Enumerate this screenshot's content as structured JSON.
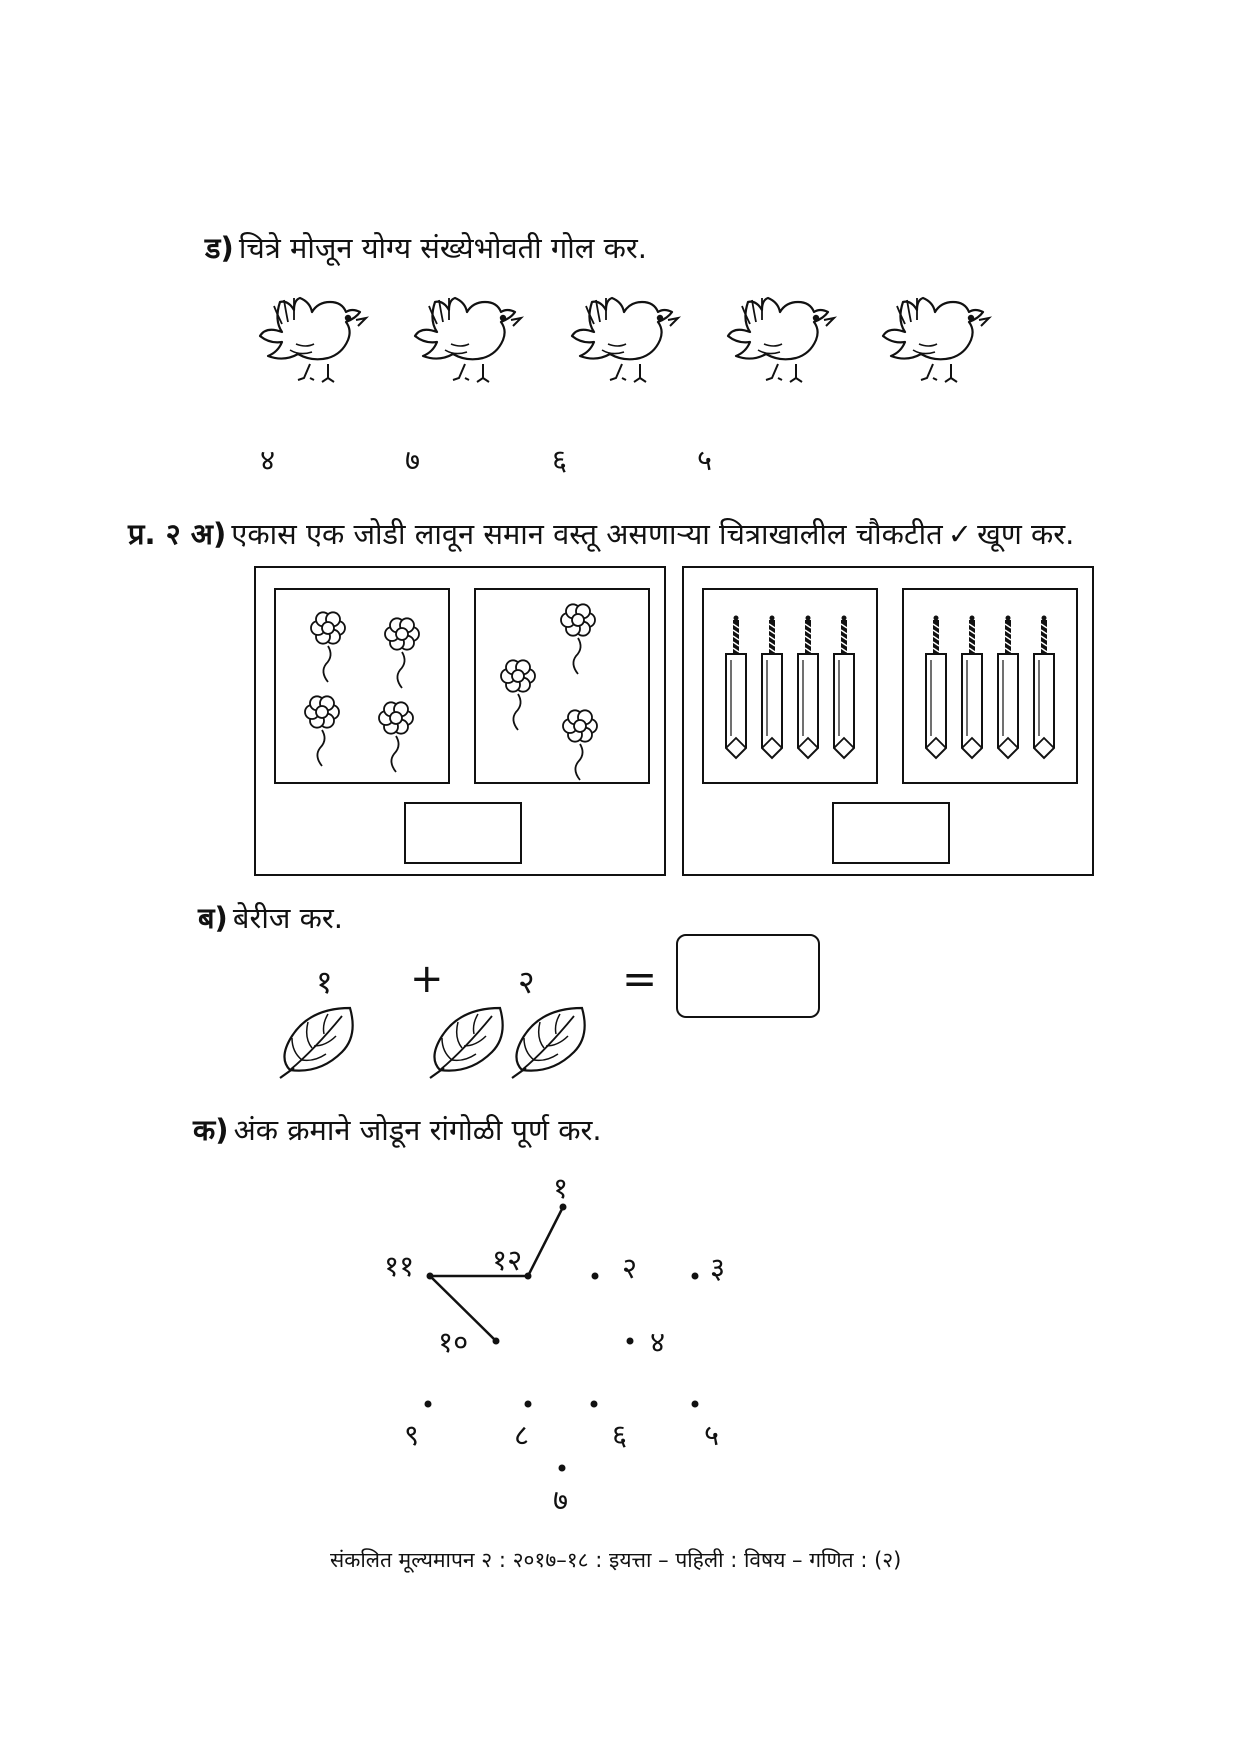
{
  "section_d": {
    "label": "ड)",
    "text": "चित्रे मोजून योग्य संख्येभोवती गोल कर.",
    "options": [
      "४",
      "७",
      "६",
      "५"
    ]
  },
  "q2a": {
    "label": "प्र. २ अ)",
    "text": "एकास एक जोडी लावून समान वस्तू असणाऱ्या चित्राखालील चौकटीत",
    "tick": "✓",
    "text_end": "खूण कर."
  },
  "section_b": {
    "label": "ब)",
    "text": "बेरीज कर.",
    "left_number": "१",
    "operator": "+",
    "right_number": "२",
    "equals": "="
  },
  "section_k": {
    "label": "क)",
    "text": "अंक क्रमाने जोडून रांगोळी पूर्ण कर.",
    "dot_labels": [
      "१",
      "१२",
      "२",
      "३",
      "११",
      "१०",
      "४",
      "९",
      "८",
      "६",
      "५",
      "७"
    ]
  },
  "footer": {
    "text": "संकलित मूल्यमापन २ : २०१७–१८ : इयत्ता – पहिली : विषय – गणित : (२)"
  }
}
